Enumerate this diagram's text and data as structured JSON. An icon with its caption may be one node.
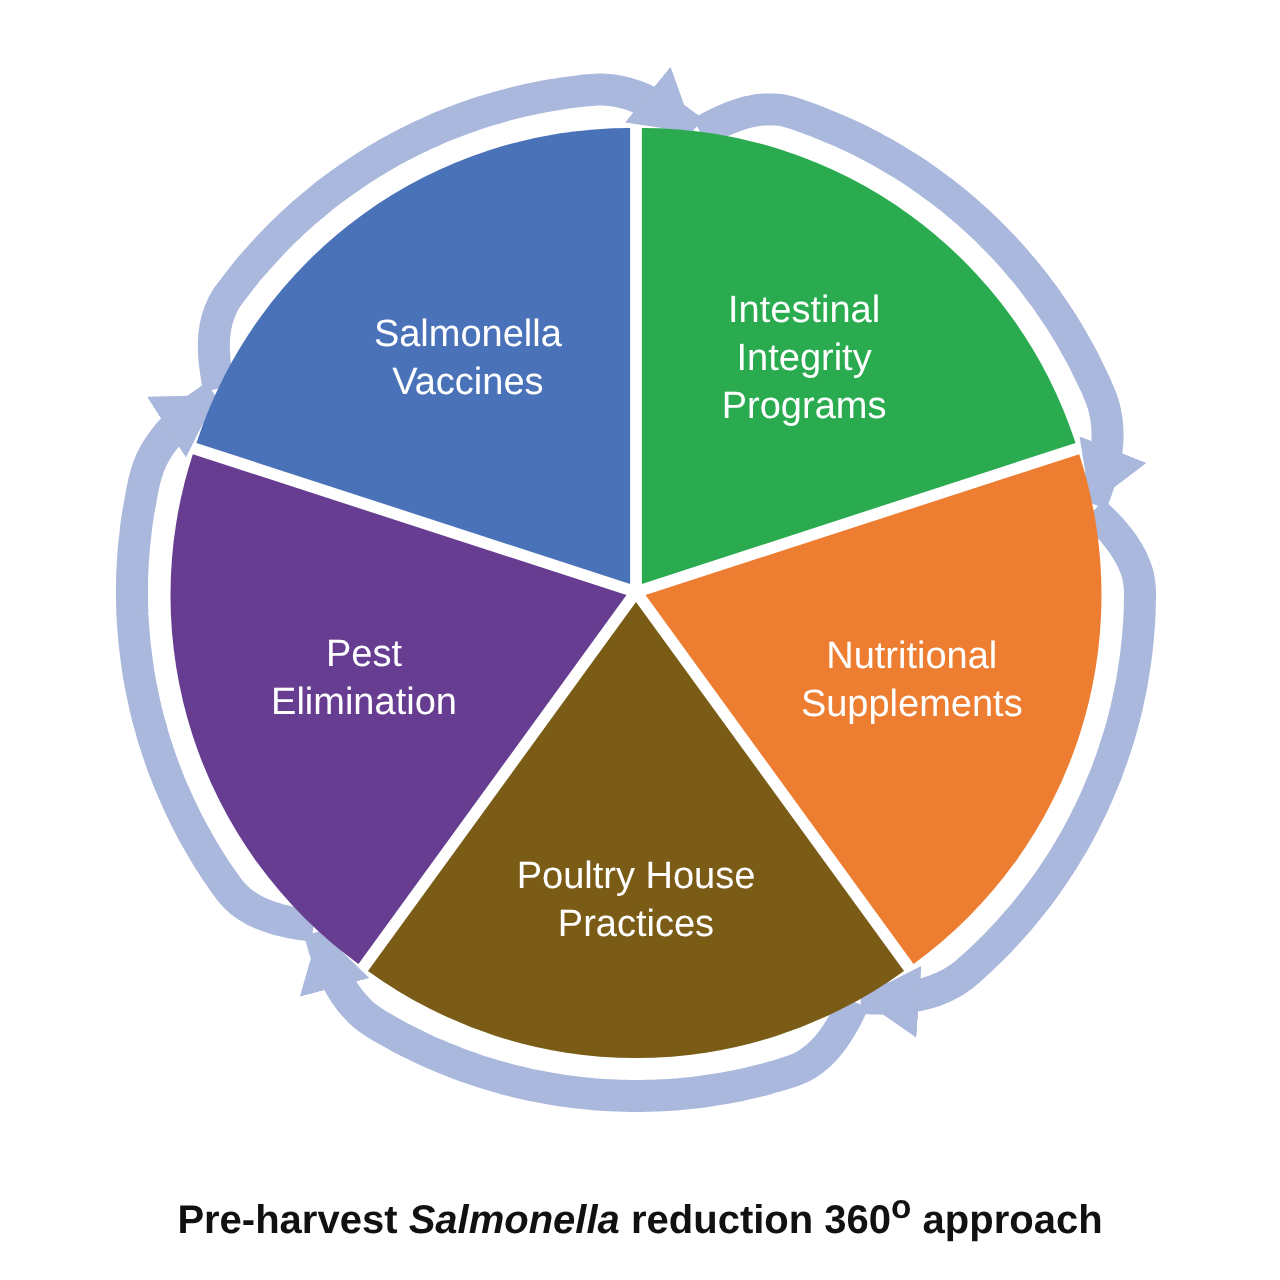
{
  "diagram": {
    "caption": "Pre-harvest *Salmonella* reduction 360$^{o}$ approach",
    "nodes": [
      {
        "text": [
          "Salmonella Vaccines"
        ]
      },
      {
        "text": [
          "Intestinal Integrity Programs"
        ]
      },
      {
        "text": [
          "Nutritional Supplements"
        ]
      },
      {
        "text": [
          "Poultry House Practices"
        ]
      },
      {
        "text": [
          "Pest Elimination"
        ]
      }
    ],
    "edges": [
      {
        "from": 0,
        "to": 1,
        "arrow": "to"
      },
      {
        "from": 1,
        "to": 2,
        "arrow": "to"
      },
      {
        "from": 2,
        "to": 3,
        "arrow": "to"
      },
      {
        "from": 3,
        "to": 4,
        "arrow": "to"
      },
      {
        "from": 4,
        "to": 0,
        "arrow": "to"
      }
    ]
  }
}
